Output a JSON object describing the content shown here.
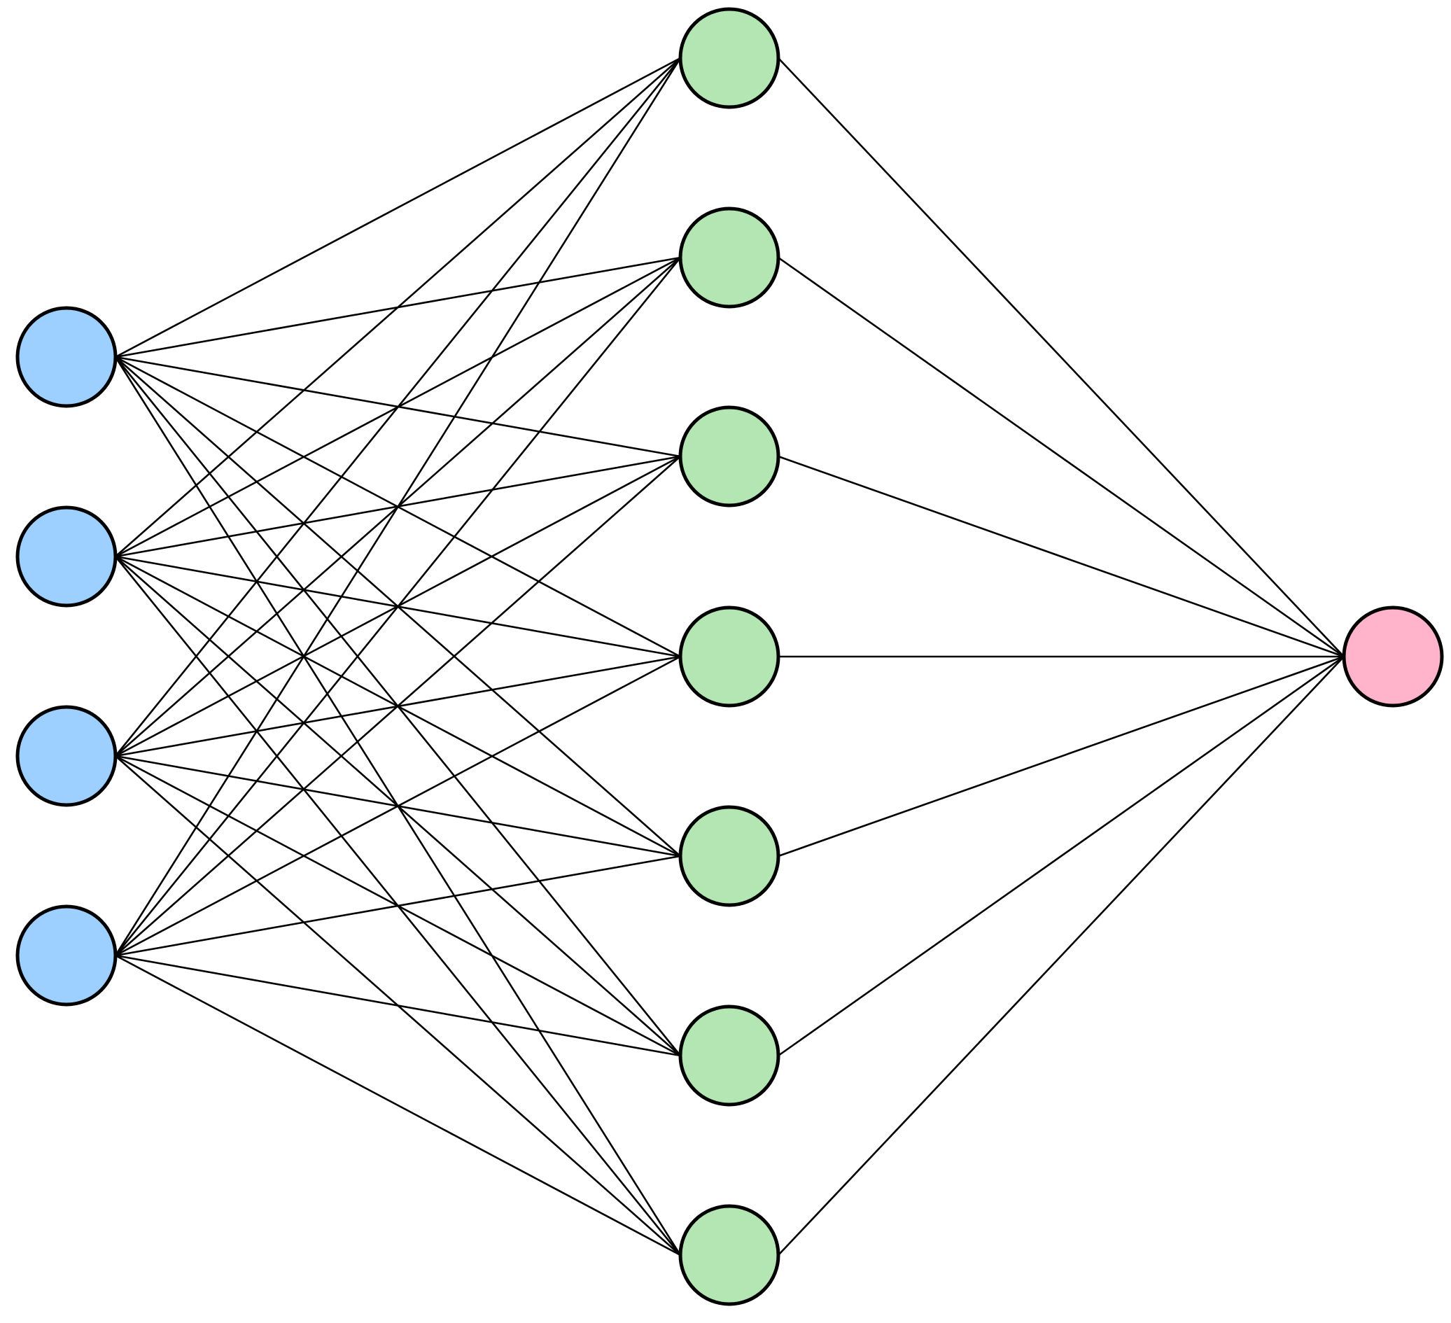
{
  "diagram": {
    "type": "fully-connected-network",
    "layers": [
      {
        "node_count": 4,
        "fill": "#9dcfff"
      },
      {
        "node_count": 7,
        "fill": "#b4e6b4"
      },
      {
        "node_count": 1,
        "fill": "#ffb4cc"
      }
    ],
    "connectivity": "fully-connected-between-adjacent-layers",
    "edge_color": "#000000",
    "node_stroke": "#000000",
    "background": "#ffffff"
  }
}
